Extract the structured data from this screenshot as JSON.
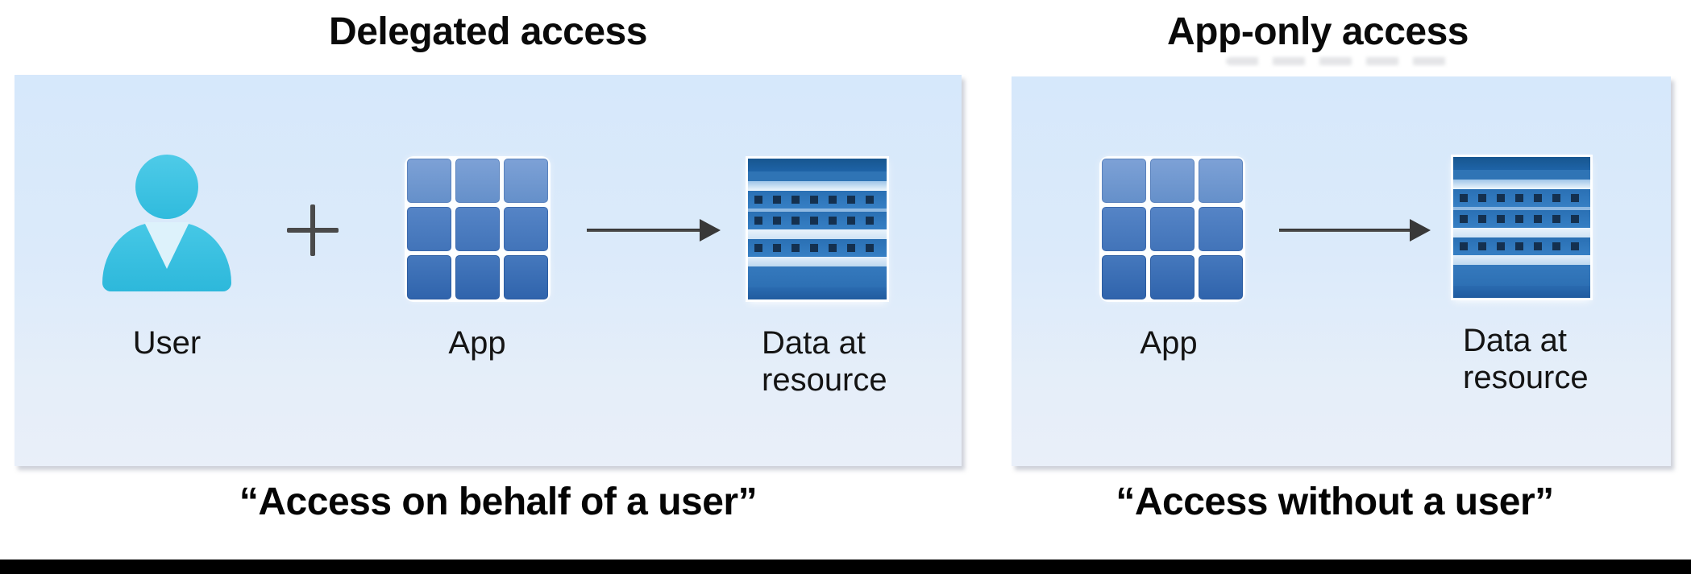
{
  "left_panel": {
    "title": "Delegated access",
    "caption": "“Access on behalf of a user”",
    "user_label": "User",
    "app_label": "App",
    "resource_label_line1": "Data at",
    "resource_label_line2": "resource"
  },
  "right_panel": {
    "title": "App-only access",
    "caption": "“Access without a user”",
    "app_label": "App",
    "resource_label_line1": "Data at",
    "resource_label_line2": "resource"
  },
  "colors": {
    "panel_background": "#dbeafa",
    "app_tile_blue": "#4274b9",
    "data_icon_blue": "#2f74b5",
    "user_icon_cyan": "#35c2e2",
    "arrow_gray": "#3f3f3f",
    "text_black": "#0a0a0a",
    "bottom_bar_black": "#000000"
  }
}
